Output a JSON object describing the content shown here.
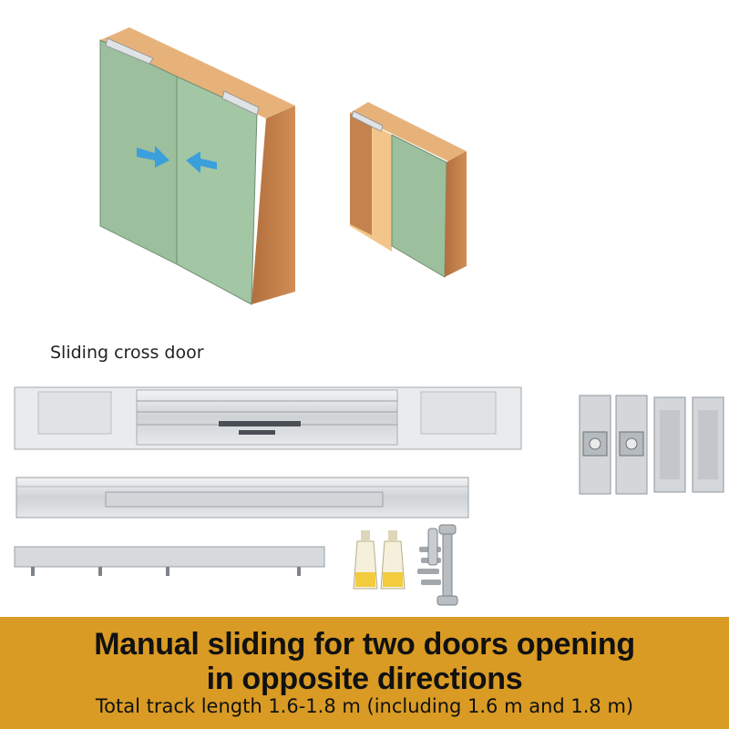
{
  "caption": "Sliding cross door",
  "banner": {
    "headline_line1": "Manual sliding for two doors opening",
    "headline_line2": "in opposite directions",
    "subline": "Total track length 1.6-1.8 m (including 1.6 m and 1.8 m)"
  },
  "colors": {
    "door_green": "#9cbf9d",
    "cabinet_wood": "#c4834e",
    "arrow_blue": "#3b9fdc",
    "banner": "#d99b24",
    "metal": "#d7dadc"
  },
  "icons": [
    "arrow-right-icon",
    "arrow-left-icon",
    "glue-tube-icon",
    "wrench-icon",
    "screws-icon"
  ]
}
